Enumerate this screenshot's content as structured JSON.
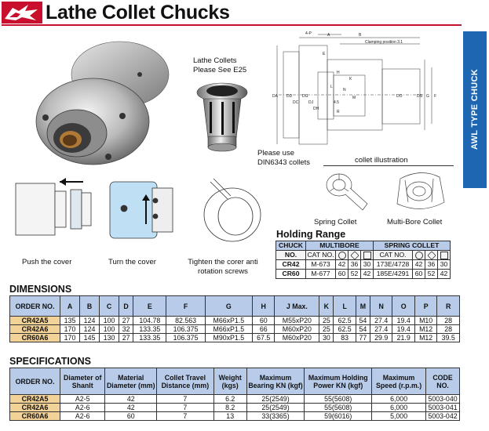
{
  "title": "Lathe Collet Chucks",
  "side_tab": "AWL TYPE CHUCK",
  "lathe_collets_note": [
    "Lathe Collets",
    "Please See E25"
  ],
  "din_note": [
    "Please use",
    "DIN6343 collets"
  ],
  "collet_illustration": "collet illustration",
  "spring_collet_label": "Spring Collet",
  "multibore_collet_label": "Multi-Bore Collet",
  "steps": [
    "Push the cover",
    "Turn the cover",
    "Tighten the corer anti",
    "rotation screws"
  ],
  "drawing_labels": {
    "b": "B",
    "clamp": "Clamping position 3.1",
    "fourp": "4-P",
    "a": "A",
    "e": "E",
    "h": "H",
    "k": "K",
    "l": "L",
    "n": "N",
    "m": "M",
    "r": "R",
    "fourfive": "4.5",
    "da": "DA",
    "dd": "DD",
    "dc": "DC",
    "dg": "DG",
    "dj": "DJ",
    "dh": "DH",
    "do": "DO",
    "ds": "DS",
    "g": "G",
    "f": "F"
  },
  "holding_range": {
    "title": "Holding Range",
    "headers": [
      "CHUCK",
      "MULTIBORE",
      "SPRING COLLET"
    ],
    "subheaders": [
      "NO.",
      "CAT NO.",
      "CAT NO."
    ],
    "rows": [
      [
        "CR42",
        "M-673",
        "42",
        "36",
        "30",
        "173E/4728",
        "42",
        "36",
        "30"
      ],
      [
        "CR60",
        "M-677",
        "60",
        "52",
        "42",
        "185E/4291",
        "60",
        "52",
        "42"
      ]
    ]
  },
  "dimensions": {
    "title": "DIMENSIONS",
    "headers": [
      "ORDER NO.",
      "A",
      "B",
      "C",
      "D",
      "E",
      "F",
      "G",
      "H",
      "J Max.",
      "K",
      "L",
      "M",
      "N",
      "O",
      "P",
      "R"
    ],
    "rows": [
      [
        "CR42A5",
        "135",
        "124",
        "100",
        "27",
        "104.78",
        "82.563",
        "M66xP1.5",
        "60",
        "M55xP20",
        "25",
        "62.5",
        "54",
        "27.4",
        "19.4",
        "M10",
        "28"
      ],
      [
        "CR42A6",
        "170",
        "124",
        "100",
        "32",
        "133.35",
        "106.375",
        "M66xP1.5",
        "66",
        "M60xP20",
        "25",
        "62.5",
        "54",
        "27.4",
        "19.4",
        "M12",
        "28"
      ],
      [
        "CR60A6",
        "170",
        "145",
        "130",
        "27",
        "133.35",
        "106.375",
        "M90xP1.5",
        "67.5",
        "M60xP20",
        "30",
        "83",
        "77",
        "29.9",
        "21.9",
        "M12",
        "39.5"
      ]
    ]
  },
  "specifications": {
    "title": "SPECIFICATIONS",
    "headers": [
      "ORDER NO.",
      "Diameter of Shanlt",
      "Material Diameter (mm)",
      "Collet Travel Distance (mm)",
      "Weight (kgs)",
      "Maximum Bearing KN (kgf)",
      "Maximum Holding Power KN (kgf)",
      "Maximum Speed (r.p.m.)",
      "CODE NO."
    ],
    "rows": [
      [
        "CR42A5",
        "A2-5",
        "42",
        "7",
        "6.2",
        "25(2549)",
        "55(5608)",
        "6,000",
        "5003-040"
      ],
      [
        "CR42A6",
        "A2-6",
        "42",
        "7",
        "8.2",
        "25(2549)",
        "55(5608)",
        "6,000",
        "5003-041"
      ],
      [
        "CR60A6",
        "A2-6",
        "60",
        "7",
        "13",
        "33(3365)",
        "59(6016)",
        "5,000",
        "5003-042"
      ]
    ]
  },
  "colors": {
    "accent_red": "#c8102e",
    "header_blue": "#b8ccea",
    "order_label": "#f2d296",
    "tab_blue": "#1f66b2"
  }
}
